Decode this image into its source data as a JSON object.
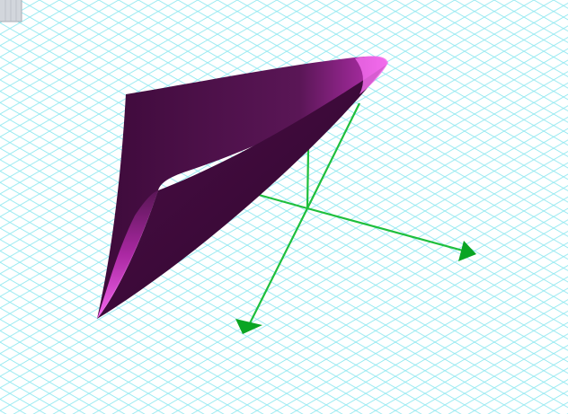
{
  "viewport": {
    "background": "#ffffff",
    "grid_color": "#8fe8f0",
    "grid_style": "isometric"
  },
  "model": {
    "shape": "curved triangular surface",
    "color_dark": "#3d0a3a",
    "color_mid": "#6a1a66",
    "color_highlight": "#ee4ee8"
  },
  "axes": {
    "color": "#1fbf3c",
    "arrowheads": 2
  },
  "view_cube": {
    "color": "#c9ced6"
  }
}
